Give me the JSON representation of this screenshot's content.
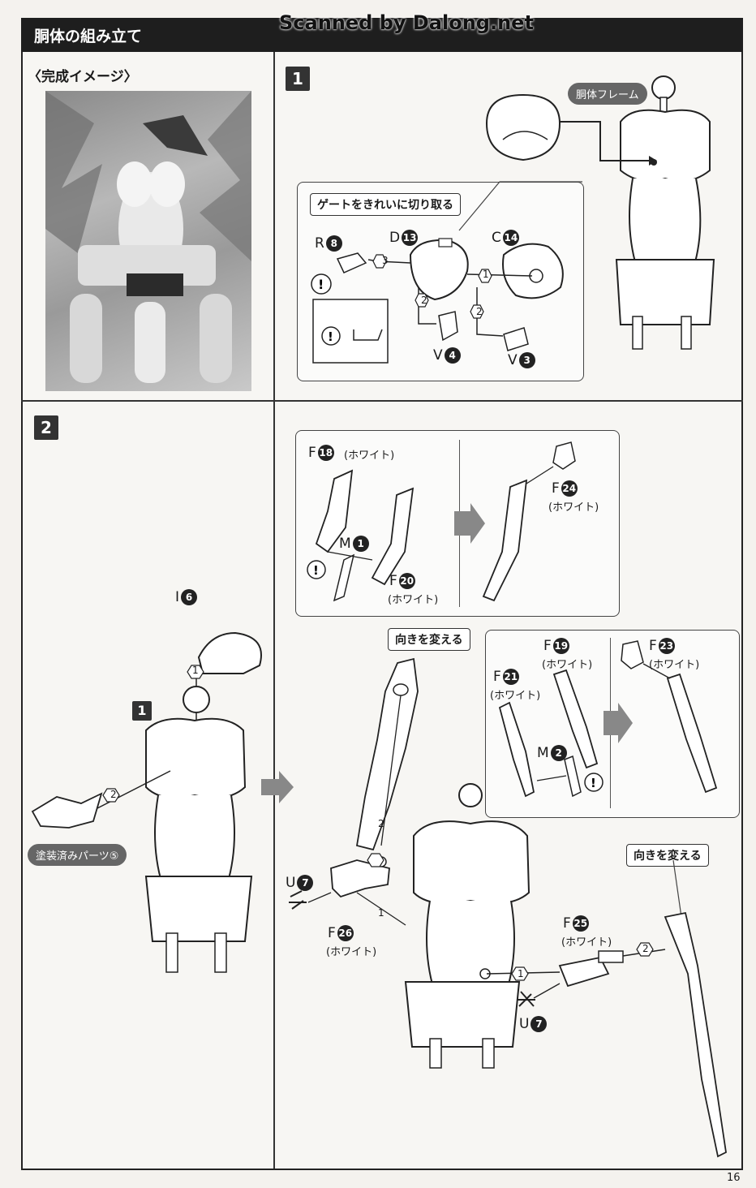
{
  "header": {
    "title": "胴体の組み立て",
    "scan_credit": "Scanned by Dalong.net"
  },
  "panel_image": {
    "title": "〈完成イメージ〉"
  },
  "step1": {
    "number": "1",
    "frame_label": "胴体フレーム",
    "gate_note": "ゲートをきれいに切り取る",
    "parts": {
      "r": {
        "letter": "R",
        "num": "8"
      },
      "d": {
        "letter": "D",
        "num": "13"
      },
      "c": {
        "letter": "C",
        "num": "14"
      },
      "v4": {
        "letter": "V",
        "num": "4"
      },
      "v3": {
        "letter": "V",
        "num": "3"
      }
    },
    "order_labels": [
      "1",
      "2",
      "2",
      "3"
    ]
  },
  "step2": {
    "number": "2",
    "sub_badge": "1",
    "painted_label": "塗装済みパーツ⑤",
    "turn_label_1": "向きを変える",
    "turn_label_2": "向きを変える",
    "white": "(ホワイト)",
    "parts": {
      "i6": {
        "letter": "I",
        "num": "6"
      },
      "f18": {
        "letter": "F",
        "num": "18"
      },
      "m1": {
        "letter": "M",
        "num": "1"
      },
      "f20": {
        "letter": "F",
        "num": "20"
      },
      "f24": {
        "letter": "F",
        "num": "24"
      },
      "f19": {
        "letter": "F",
        "num": "19"
      },
      "f21": {
        "letter": "F",
        "num": "21"
      },
      "m2": {
        "letter": "M",
        "num": "2"
      },
      "f23": {
        "letter": "F",
        "num": "23"
      },
      "u7a": {
        "letter": "U",
        "num": "7"
      },
      "f26": {
        "letter": "F",
        "num": "26"
      },
      "f25": {
        "letter": "F",
        "num": "25"
      },
      "u7b": {
        "letter": "U",
        "num": "7"
      }
    },
    "order_labels": [
      "1",
      "2",
      "2",
      "1",
      "1",
      "2"
    ]
  },
  "page_number": "16"
}
